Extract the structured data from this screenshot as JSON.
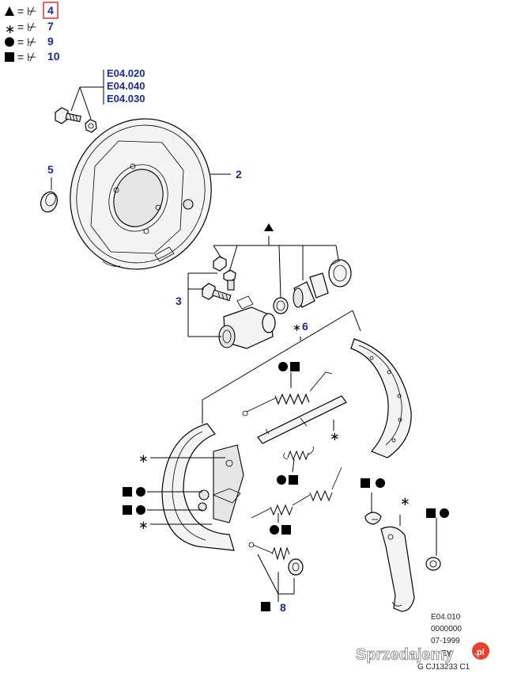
{
  "legend": [
    {
      "symbol": "triangle-icon",
      "eq": "= ⊬",
      "value": "4",
      "boxed": true
    },
    {
      "symbol": "asterisk-icon",
      "eq": "= ⊬",
      "value": "7",
      "boxed": false
    },
    {
      "symbol": "circle-icon",
      "eq": "= ⊬",
      "value": "9",
      "boxed": false
    },
    {
      "symbol": "square-icon",
      "eq": "= ⊬",
      "value": "10",
      "boxed": false
    }
  ],
  "references": [
    "E04.020",
    "E04.040",
    "E04.030"
  ],
  "callouts": {
    "c2": "2",
    "c3": "3",
    "c5": "5",
    "c6": "6",
    "c8": "8"
  },
  "footer": {
    "line1": "E04.010",
    "line2": "0000000",
    "line3": "07-1999",
    "line4": "EY",
    "line5": "G CJ13233 C1"
  },
  "watermark": {
    "brand": "Sprzedajemy",
    "suffix": ".pl"
  },
  "colors": {
    "callout": "#1a2a9a",
    "legend_box": "#e03030"
  }
}
